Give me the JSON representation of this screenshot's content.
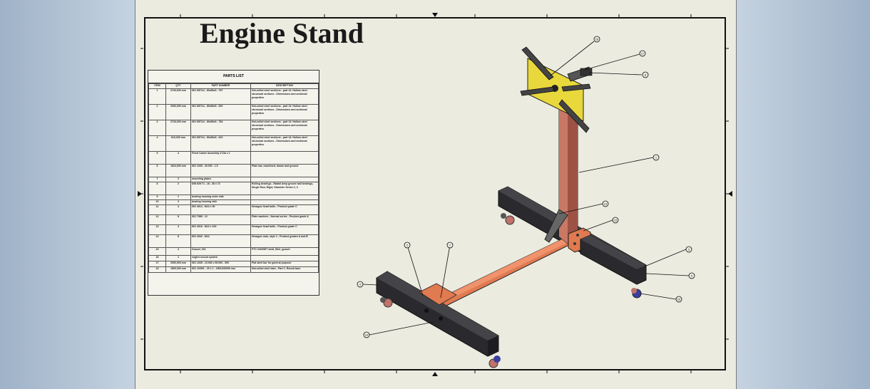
{
  "drawing": {
    "title": "Engine Stand",
    "parts_list_title": "PARTS LIST",
    "parts_list_headers": [
      "ITEM",
      "QTY",
      "PART NUMBER",
      "DESCRIPTION"
    ],
    "parts_list_rows": [
      {
        "item": "1",
        "qty": "2743,000 mm",
        "part_number": "ISO 657/14 - 80x80x5 - 787",
        "description": "Hot-rolled steel sections - part 14: Hollow steel structural sections - Dimensions and sectional properties"
      },
      {
        "item": "2",
        "qty": "2000,000 mm",
        "part_number": "ISO 657/14 - 80x80x5 - 500",
        "description": "Hot-rolled steel sections - part 14: Hollow steel structural sections - Dimensions and sectional properties"
      },
      {
        "item": "3",
        "qty": "2743,000 mm",
        "part_number": "ISO 657/14 - 80x80x5 - 784",
        "description": "Hot-rolled steel sections - part 14: Hollow steel structural sections - Dimensions and sectional properties"
      },
      {
        "item": "4",
        "qty": "610,000 mm",
        "part_number": "ISO 657/14 - 80x80x5 - 610",
        "description": "Hot-rolled steel sections - part 14: Hollow steel structural sections - Dimensions and sectional properties"
      },
      {
        "item": "5",
        "qty": "4",
        "part_number": "Fixed Caster Assembly 3 Dia x 1",
        "description": ""
      },
      {
        "item": "6",
        "qty": "1524,000 mm",
        "part_number": "ISO 1035 - 40.000 - 1.5",
        "description": "Plain bar, machined, drawn and ground"
      },
      {
        "item": "7",
        "qty": "2",
        "part_number": "mounting plates",
        "description": ""
      },
      {
        "item": "8",
        "qty": "2",
        "part_number": "DIN 625 T1 - 16 - 35 x 72",
        "description": "Rolling bearings - Radial deep groove ball bearings, Single Row, Rigid, Diameter Series 2, 3"
      },
      {
        "item": "9",
        "qty": "1",
        "part_number": "bearing housing outer side",
        "description": ""
      },
      {
        "item": "10",
        "qty": "2",
        "part_number": "bearing housing side",
        "description": ""
      },
      {
        "item": "11",
        "qty": "4",
        "part_number": "ISO 4014 - M12 x 90",
        "description": "Hexagon head bolts - Product grade C"
      },
      {
        "item": "12",
        "qty": "8",
        "part_number": "ISO 7089 - 12",
        "description": "Plain washers - Normal series - Product grade A"
      },
      {
        "item": "13",
        "qty": "4",
        "part_number": "ISO 4016 - M12 x 100",
        "description": "Hexagon head bolts - Product grade C"
      },
      {
        "item": "14",
        "qty": "8",
        "part_number": "ISO 4032 - M12",
        "description": "Hexagon nuts, style 1 - Product grades A and B"
      },
      {
        "item": "15",
        "qty": "4",
        "part_number": "Gusset_001",
        "description": "PTC GUSSET weld_fillet_gusset"
      },
      {
        "item": "16",
        "qty": "1",
        "part_number": "engine mount system",
        "description": ""
      },
      {
        "item": "17",
        "qty": "2000,000 mm",
        "part_number": "ISO 1035 - 10.000 x 50.000 - 500",
        "description": "Flat steel bar for general purpose"
      },
      {
        "item": "18",
        "qty": "1500,000 mm",
        "part_number": "ISO 1035/1 - 20 x 1 - 1500,000000 mm",
        "description": "Hot-rolled steel bars - Part 1: Round bars"
      }
    ]
  },
  "balloons": [
    "16",
    "17",
    "8",
    "1",
    "13",
    "15",
    "3",
    "5",
    "10",
    "2",
    "7",
    "4",
    "14"
  ],
  "colors": {
    "sheet": "#ecebe0",
    "frame": "#111111",
    "frame_tube": "#e07a50",
    "upright": "#b76553",
    "plate": "#e8d83c",
    "black_leg": "#2a2a2e",
    "caster": "#c0736a"
  }
}
